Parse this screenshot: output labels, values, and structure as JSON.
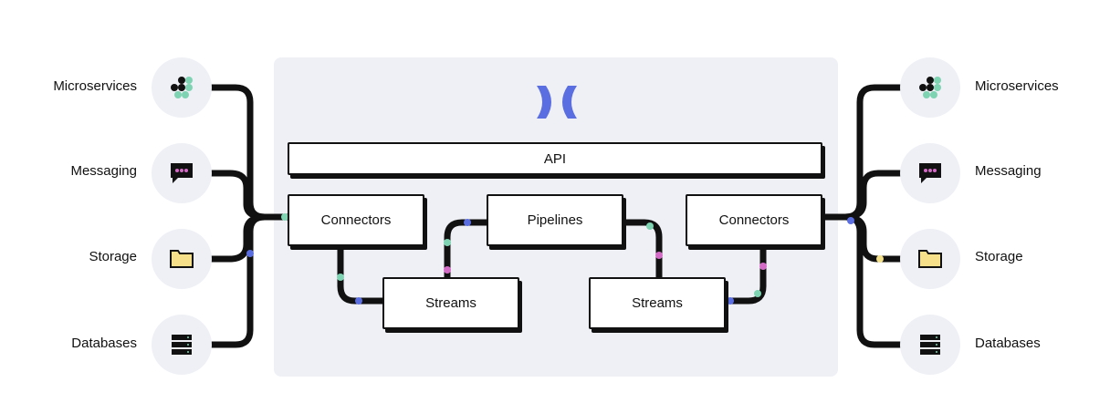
{
  "colors": {
    "panel": "#eef0f5",
    "wire": "#111111",
    "accent_blue": "#5b6ee1",
    "dot_green": "#7ed3b2",
    "dot_pink": "#d36bc6",
    "dot_blue": "#5b6ee1",
    "dot_yellow": "#f3e08a",
    "storage_yellow": "#f7e08a",
    "message_dot": "#d36bc6"
  },
  "logo": {
    "icon": "dx-logo-icon"
  },
  "api": {
    "label": "API"
  },
  "boxes": {
    "connectors_left": "Connectors",
    "pipelines": "Pipelines",
    "connectors_right": "Connectors",
    "streams_left": "Streams",
    "streams_right": "Streams"
  },
  "left_sources": [
    {
      "label": "Microservices",
      "icon": "microservices-icon"
    },
    {
      "label": "Messaging",
      "icon": "messaging-icon"
    },
    {
      "label": "Storage",
      "icon": "storage-folder-icon"
    },
    {
      "label": "Databases",
      "icon": "database-icon"
    }
  ],
  "right_sinks": [
    {
      "label": "Microservices",
      "icon": "microservices-icon"
    },
    {
      "label": "Messaging",
      "icon": "messaging-icon"
    },
    {
      "label": "Storage",
      "icon": "storage-folder-icon"
    },
    {
      "label": "Databases",
      "icon": "database-icon"
    }
  ]
}
